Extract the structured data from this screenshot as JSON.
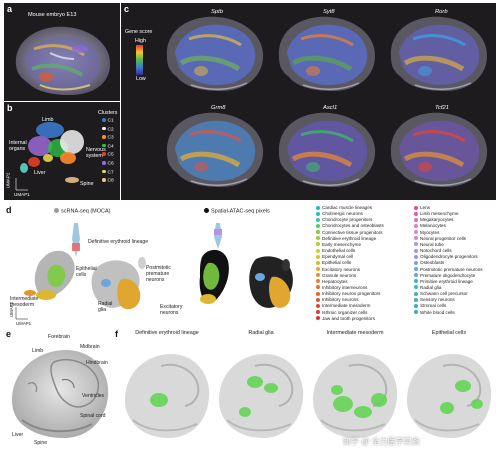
{
  "panel_labels": {
    "a": "a",
    "b": "b",
    "c": "c",
    "d": "d",
    "e": "e",
    "f": "f"
  },
  "panel_a": {
    "title": "Mouse embryo E13"
  },
  "panel_b": {
    "labels": {
      "limb": "Limb",
      "internal": "Internal\norgans",
      "nervous": "Nervous\nsystem",
      "liver": "Liver",
      "spine": "Spine",
      "umap1": "UMAP1",
      "umap2": "UMAP2"
    },
    "clusters_title": "Clusters",
    "clusters": [
      {
        "name": "C1",
        "color": "#3a78c9"
      },
      {
        "name": "C2",
        "color": "#f2f2f2"
      },
      {
        "name": "C3",
        "color": "#ff8a2a"
      },
      {
        "name": "C4",
        "color": "#2fbf4a"
      },
      {
        "name": "C5",
        "color": "#e2402a"
      },
      {
        "name": "C6",
        "color": "#9b6ad6"
      },
      {
        "name": "C7",
        "color": "#e2d64a"
      },
      {
        "name": "C8",
        "color": "#e5c38a"
      }
    ]
  },
  "panel_c": {
    "genes": [
      "Sptb",
      "Syt8",
      "Rorb",
      "Grm8",
      "Ascl1",
      "Tcf21"
    ],
    "colorbar": {
      "title": "Gene score",
      "high": "High",
      "low": "Low"
    }
  },
  "panel_d": {
    "legend_left": {
      "label": "scRNA-seq (MOCA)",
      "color": "#9a9a9a"
    },
    "legend_right": {
      "label": "Spatial-ATAC-seq pixels",
      "color": "#111111"
    },
    "annotations": {
      "erythroid": "Definitive erythroid lineage",
      "epithelial": "Epithelial\ncells",
      "postmitotic": "Postmitotic\npremature\nneurons",
      "intermediate": "Intermediate\nmesoderm",
      "radial": "Radial\nglia",
      "excitatory": "Excitatory\nneurons",
      "umap1": "UMAP1",
      "umap2": "UMAP2"
    },
    "cell_types_col1": [
      {
        "name": "Cardiac muscle lineages",
        "color": "#2ab7c9"
      },
      {
        "name": "Cholinergic neurons",
        "color": "#2ab7c9"
      },
      {
        "name": "Chondrocyte progenitors",
        "color": "#38c7b5"
      },
      {
        "name": "Chondrocytes and osteoblasts",
        "color": "#55c870"
      },
      {
        "name": "Connective tissue progenitors",
        "color": "#7ccc41"
      },
      {
        "name": "Definitive erythroid lineage",
        "color": "#9bcf2a"
      },
      {
        "name": "Early mesenchyme",
        "color": "#b5d12a"
      },
      {
        "name": "Endothelial cells",
        "color": "#c7cf2c"
      },
      {
        "name": "Ependymal cell",
        "color": "#d3c72e"
      },
      {
        "name": "Epithelial cells",
        "color": "#dcb72f"
      },
      {
        "name": "Excitatory neurons",
        "color": "#e1a62f"
      },
      {
        "name": "Granule neurons",
        "color": "#e49530"
      },
      {
        "name": "Hepatocytes",
        "color": "#e48430"
      },
      {
        "name": "Inhibitory interneurons",
        "color": "#e27430"
      },
      {
        "name": "Inhibitory neuron progenitors",
        "color": "#e06530"
      },
      {
        "name": "Inhibitory neurons",
        "color": "#de5730"
      },
      {
        "name": "Intermediate mesoderm",
        "color": "#dc4a31"
      },
      {
        "name": "Isthmic organizer cells",
        "color": "#d93e33"
      },
      {
        "name": "Jaw and tooth progenitors",
        "color": "#d63436"
      }
    ],
    "cell_types_col2": [
      {
        "name": "Lens",
        "color": "#e04b8a"
      },
      {
        "name": "Limb mesenchyme",
        "color": "#e25ca0"
      },
      {
        "name": "Megakaryocytes",
        "color": "#e46db3"
      },
      {
        "name": "Melanocytes",
        "color": "#e57dc4"
      },
      {
        "name": "Myocytes",
        "color": "#d986d0"
      },
      {
        "name": "Neural progenitor cells",
        "color": "#c98cd9"
      },
      {
        "name": "Neural tube",
        "color": "#b792df"
      },
      {
        "name": "Notochord cells",
        "color": "#a498e2"
      },
      {
        "name": "Oligodendrocyte progenitors",
        "color": "#919de3"
      },
      {
        "name": "Osteoblasts",
        "color": "#7ea2e2"
      },
      {
        "name": "Postmitotic premature neurons",
        "color": "#6ba7df"
      },
      {
        "name": "Premature oligodendrocyte",
        "color": "#5aabdb"
      },
      {
        "name": "Primitive erythroid lineage",
        "color": "#4caed6"
      },
      {
        "name": "Radial glia",
        "color": "#41b1cf"
      },
      {
        "name": "Schwann cell precursor",
        "color": "#39b2c6"
      },
      {
        "name": "Sensory neurons",
        "color": "#34b3bc"
      },
      {
        "name": "Stromal cells",
        "color": "#33b3b1"
      },
      {
        "name": "White blood cells",
        "color": "#35b2a4"
      }
    ]
  },
  "panel_e": {
    "labels": {
      "forebrain": "Forebrain",
      "midbrain": "Midbrain",
      "hindbrain": "Hindbrain",
      "limb": "Limb",
      "ventricles": "Ventricles",
      "spinal": "Spinal cord",
      "liver": "Liver",
      "spine": "Spine"
    }
  },
  "panel_f": {
    "titles": [
      "Definitive erythroid lineage",
      "Radial glia",
      "Intermediate mesoderm",
      "Epithelial cells"
    ]
  },
  "watermark": "知乎 @ 全力医学实验"
}
